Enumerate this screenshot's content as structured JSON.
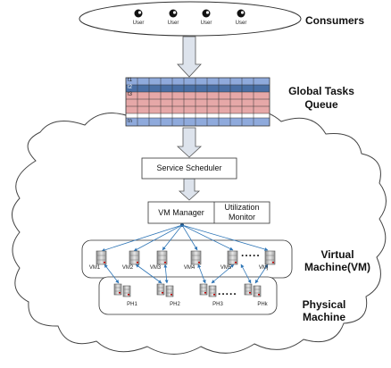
{
  "consumers": {
    "title": "Consumers",
    "users": [
      "User",
      "User",
      "User",
      "User"
    ]
  },
  "queue": {
    "title_line1": "Global Tasks",
    "title_line2": "Queue",
    "row_labels": [
      "t1",
      "t2",
      "t3",
      "",
      "",
      "",
      "tn"
    ]
  },
  "scheduler": {
    "label": "Service Scheduler"
  },
  "vm_manager": {
    "label": "VM Manager"
  },
  "utilization": {
    "label_line1": "Utilization",
    "label_line2": "Monitor"
  },
  "virtual_machines": {
    "title_line1": "Virtual",
    "title_line2": "Machine(VM)",
    "items": [
      "VM1",
      "VM2",
      "VM3",
      "VM4",
      "VM5",
      "VMj"
    ],
    "ellipsis": "....."
  },
  "physical_machines": {
    "title_line1": "Physical",
    "title_line2": "Machine",
    "items": [
      "PH1",
      "PH2",
      "PH3",
      "PHk"
    ],
    "ellipsis": "....."
  },
  "colors": {
    "queue_blue": "#8faadc",
    "queue_dark": "#4a6fa5",
    "queue_pink": "#e6a8a8",
    "arrow_fill": "#dde3ec",
    "link_blue": "#2e75b6",
    "server_gray": "#b0b0b0",
    "server_red": "#c00000"
  },
  "icons": {
    "user": "user-icon",
    "server": "server-icon",
    "arrow": "down-arrow-icon"
  }
}
